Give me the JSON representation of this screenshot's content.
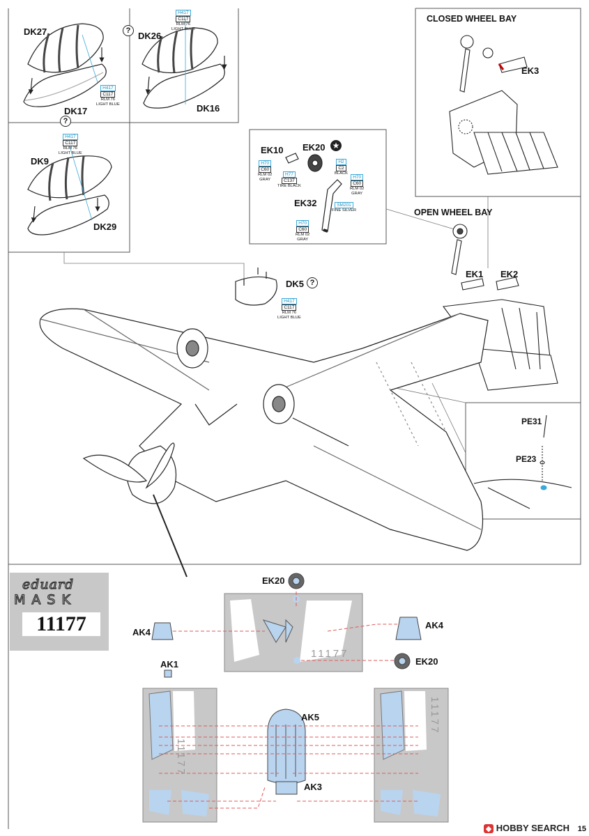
{
  "paint": {
    "rlm76": {
      "h": "H417",
      "c": "C117",
      "name1": "RLM 76",
      "name2": "LIGHT BLUE"
    },
    "rlm02": {
      "h": "H70",
      "c": "C60",
      "name1": "RLM 02",
      "name2": "GRAY"
    },
    "tire": {
      "h": "H77",
      "c": "C137",
      "name1": "TIRE BLACK"
    },
    "black": {
      "h": "H2",
      "c": "C2",
      "name1": "BLACK"
    },
    "silver": {
      "h": "SM201",
      "name1": "FINE SILVER"
    }
  },
  "canopy": {
    "dk27": "DK27",
    "dk17": "DK17",
    "dk26": "DK26",
    "dk16": "DK16",
    "dk9": "DK9",
    "dk29": "DK29",
    "dk5": "DK5",
    "question": "?"
  },
  "tailwheel": {
    "ek10": "EK10",
    "ek20": "EK20",
    "ek32": "EK32"
  },
  "bays": {
    "closed_title": "CLOSED WHEEL BAY",
    "open_title": "OPEN WHEEL BAY",
    "ek1": "EK1",
    "ek2": "EK2",
    "ek3": "EK3"
  },
  "antenna": {
    "pe31": "PE31",
    "pe23": "PE23"
  },
  "mask": {
    "brand": "eduard",
    "word": "MASK",
    "number": "11177",
    "sheet_text": "11177",
    "ak1": "AK1",
    "ak3": "AK3",
    "ak4": "AK4",
    "ak5": "AK5",
    "ek20": "EK20"
  },
  "watermark": {
    "badge": "◆",
    "text": "HOBBY SEARCH"
  },
  "page": "15",
  "colors": {
    "line": "#333333",
    "accent_blue": "#39a9d8",
    "mask_blue": "#b9d4ef",
    "mask_gray": "#c8c8c8",
    "dash_red": "#e05a5a"
  }
}
